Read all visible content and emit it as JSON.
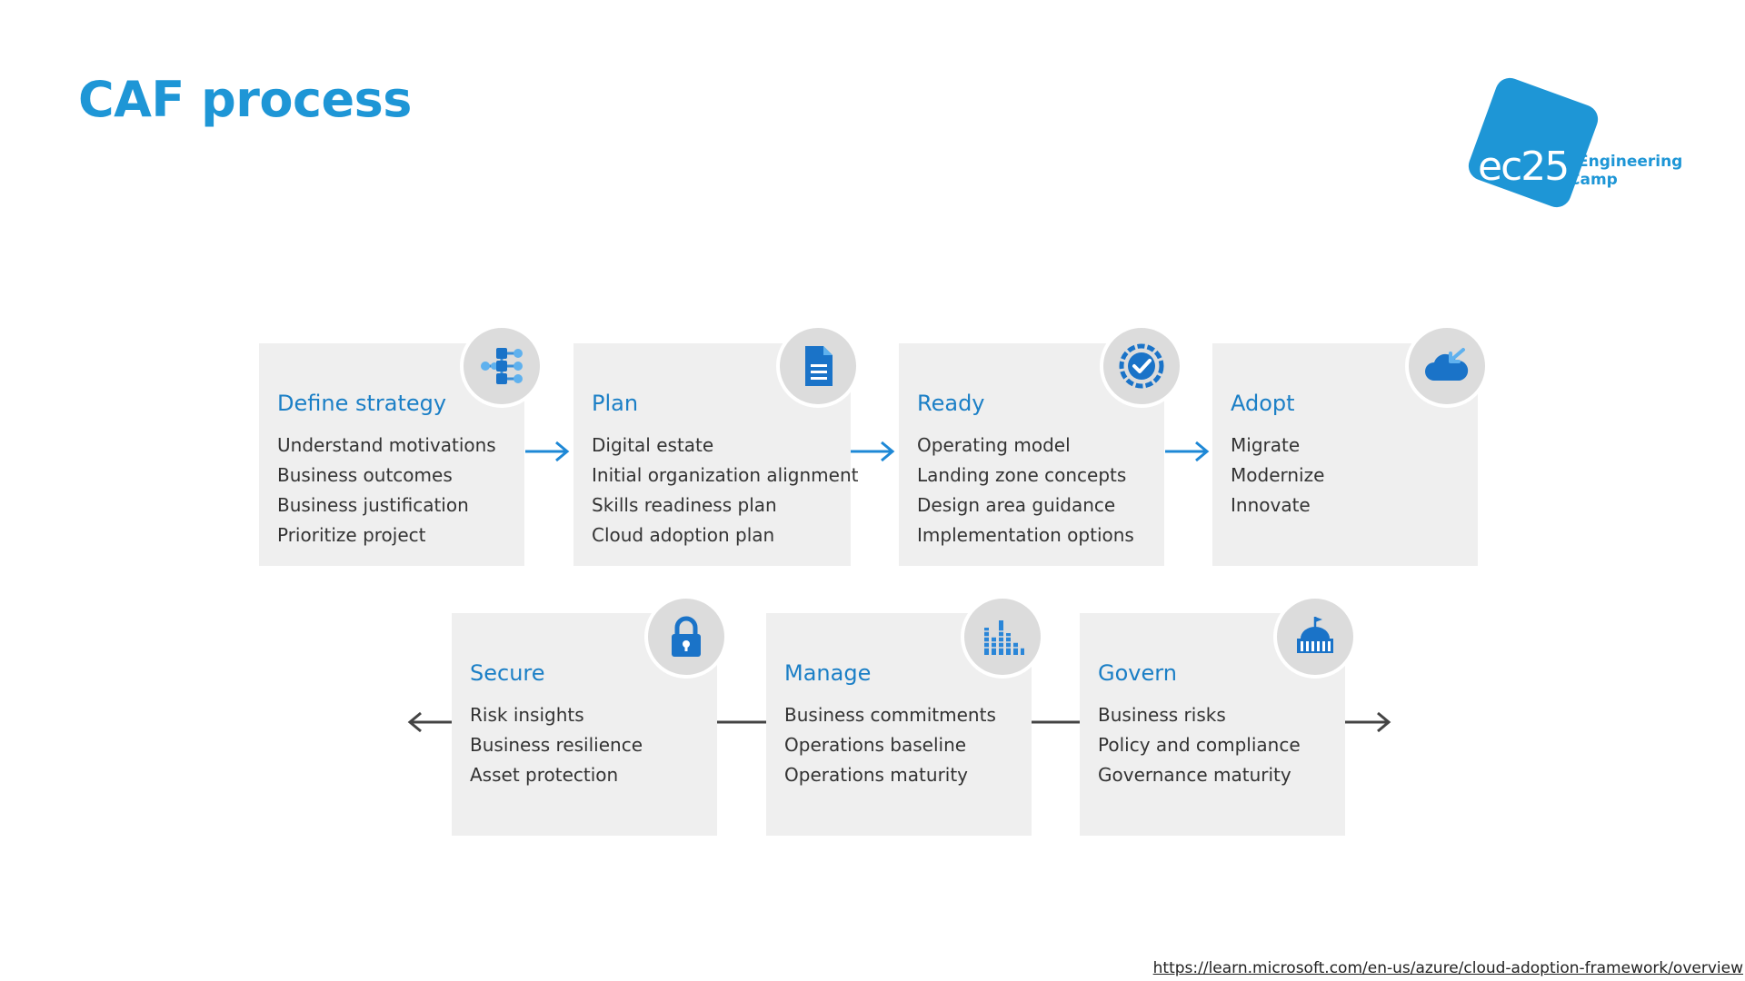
{
  "title": "CAF process",
  "logo": {
    "mark": "ec25",
    "line1": "Engineering",
    "line2": "Camp"
  },
  "colors": {
    "accent": "#1e96d6",
    "card_bg": "#efefef",
    "card_title": "#1b7fc6"
  },
  "stages": [
    {
      "title": "Define strategy",
      "icon": "workflow-icon",
      "items": [
        "Understand motivations",
        "Business outcomes",
        "Business justification",
        "Prioritize project"
      ]
    },
    {
      "title": "Plan",
      "icon": "document-icon",
      "items": [
        "Digital estate",
        "Initial organization alignment",
        "Skills readiness plan",
        "Cloud adoption plan"
      ]
    },
    {
      "title": "Ready",
      "icon": "checkmark-badge-icon",
      "items": [
        "Operating model",
        "Landing zone concepts",
        "Design area guidance",
        "Implementation options"
      ]
    },
    {
      "title": "Adopt",
      "icon": "cloud-migrate-icon",
      "items": [
        "Migrate",
        "Modernize",
        "Innovate"
      ]
    },
    {
      "title": "Secure",
      "icon": "lock-icon",
      "items": [
        "Risk insights",
        "Business resilience",
        "Asset protection"
      ]
    },
    {
      "title": "Manage",
      "icon": "bar-chart-icon",
      "items": [
        "Business commitments",
        "Operations baseline",
        "Operations maturity"
      ]
    },
    {
      "title": "Govern",
      "icon": "government-building-icon",
      "items": [
        "Business risks",
        "Policy and compliance",
        "Governance maturity"
      ]
    }
  ],
  "source_link": "https://learn.microsoft.com/en-us/azure/cloud-adoption-framework/overview"
}
